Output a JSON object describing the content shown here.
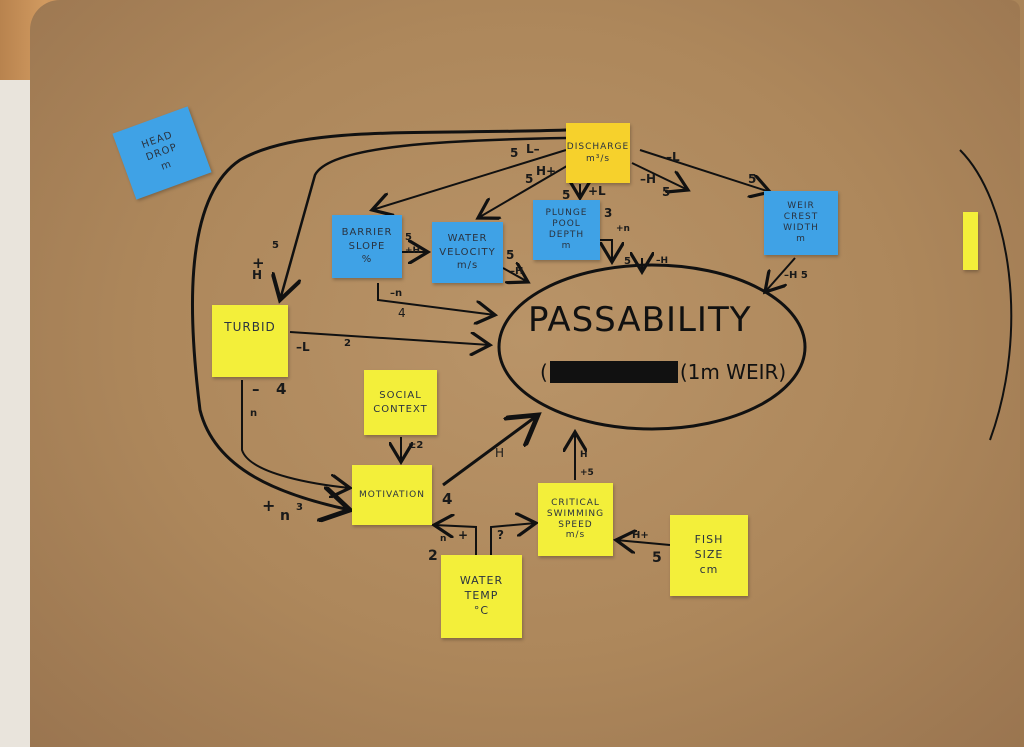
{
  "center": {
    "title": "PASSABILITY",
    "open_paren": "(",
    "subtitle": "(1m WEIR)"
  },
  "notes": {
    "head_drop": {
      "lines": [
        "HEAD",
        "DROP",
        "m"
      ]
    },
    "discharge": {
      "lines": [
        "DISCHARGE",
        "m³/s"
      ]
    },
    "barrier_slope": {
      "lines": [
        "BARRIER",
        "SLOPE",
        "%"
      ]
    },
    "water_velocity": {
      "lines": [
        "WATER",
        "VELOCITY",
        "m/s"
      ]
    },
    "plunge_pool_depth": {
      "lines": [
        "PLUNGE",
        "POOL",
        "DEPTH",
        "m"
      ]
    },
    "weir_crest_width": {
      "lines": [
        "WEIR",
        "CREST",
        "WIDTH",
        "m"
      ]
    },
    "turbid": {
      "lines": [
        "TURBID"
      ]
    },
    "social_context": {
      "lines": [
        "SOCIAL",
        "CONTEXT"
      ]
    },
    "motivation": {
      "lines": [
        "MOTIVATION"
      ]
    },
    "critical_swimming_speed": {
      "lines": [
        "CRITICAL",
        "SWIMMING",
        "SPEED",
        "m/s"
      ]
    },
    "fish_size": {
      "lines": [
        "FISH",
        "SIZE",
        "cm"
      ]
    },
    "water_temp": {
      "lines": [
        "WATER",
        "TEMP",
        "°C"
      ]
    }
  },
  "edge_labels": [
    "5",
    "L–",
    "5",
    "H+",
    "5",
    "+L",
    "–H",
    "5",
    "–L",
    "5",
    "3",
    "+n",
    "5",
    "+H",
    "5",
    "–H",
    "5",
    "–H",
    "–H 5",
    "+",
    "H",
    "5",
    "–n",
    "4",
    "–L",
    "2",
    "–",
    "4",
    "n",
    "±2",
    "H",
    "4",
    "+",
    "n",
    "3",
    "2",
    "n",
    "+",
    "?",
    "H",
    "+5",
    "H+",
    "5"
  ],
  "colors": {
    "blue_note": "#3fa2e6",
    "yellow_note": "#f3ef3a",
    "paper": "#ad875b",
    "ink": "#111111"
  }
}
